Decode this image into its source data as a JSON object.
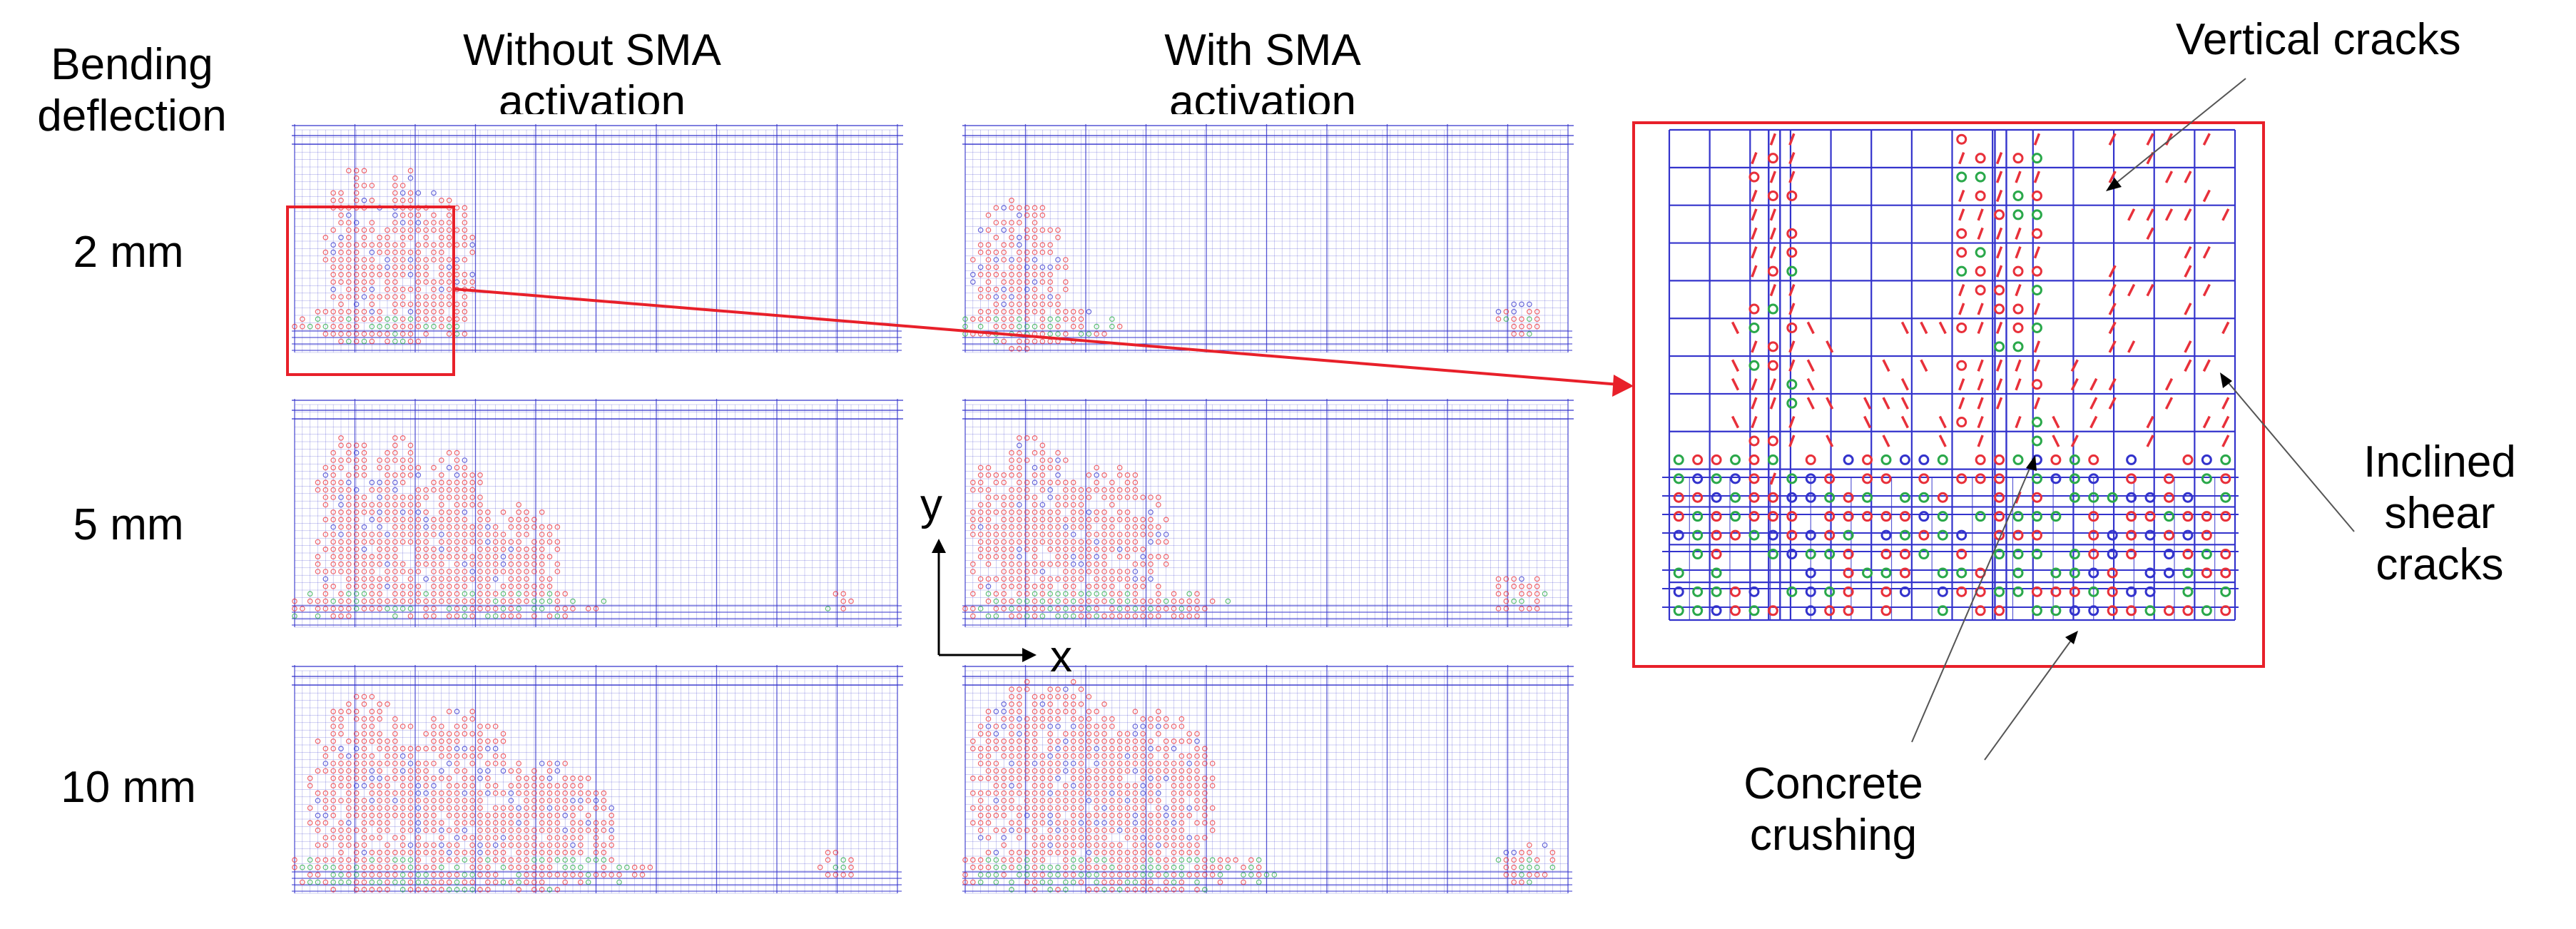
{
  "header": {
    "row_header": "Bending\ndeflection",
    "col_without": "Without SMA\nactivation",
    "col_with": "With SMA\nactivation"
  },
  "rows": [
    {
      "label": "2 mm"
    },
    {
      "label": "5 mm"
    },
    {
      "label": "10 mm"
    }
  ],
  "axes": {
    "y": "y",
    "x": "x"
  },
  "annotations": {
    "vertical_cracks": "Vertical cracks",
    "inclined_shear_cracks": "Inclined\nshear\ncracks",
    "concrete_crushing": "Concrete\ncrushing"
  },
  "colors": {
    "mesh": "#3333cc",
    "crack": "#e8303a",
    "crush_green": "#2aa84a",
    "highlight": "#e8202a"
  }
}
